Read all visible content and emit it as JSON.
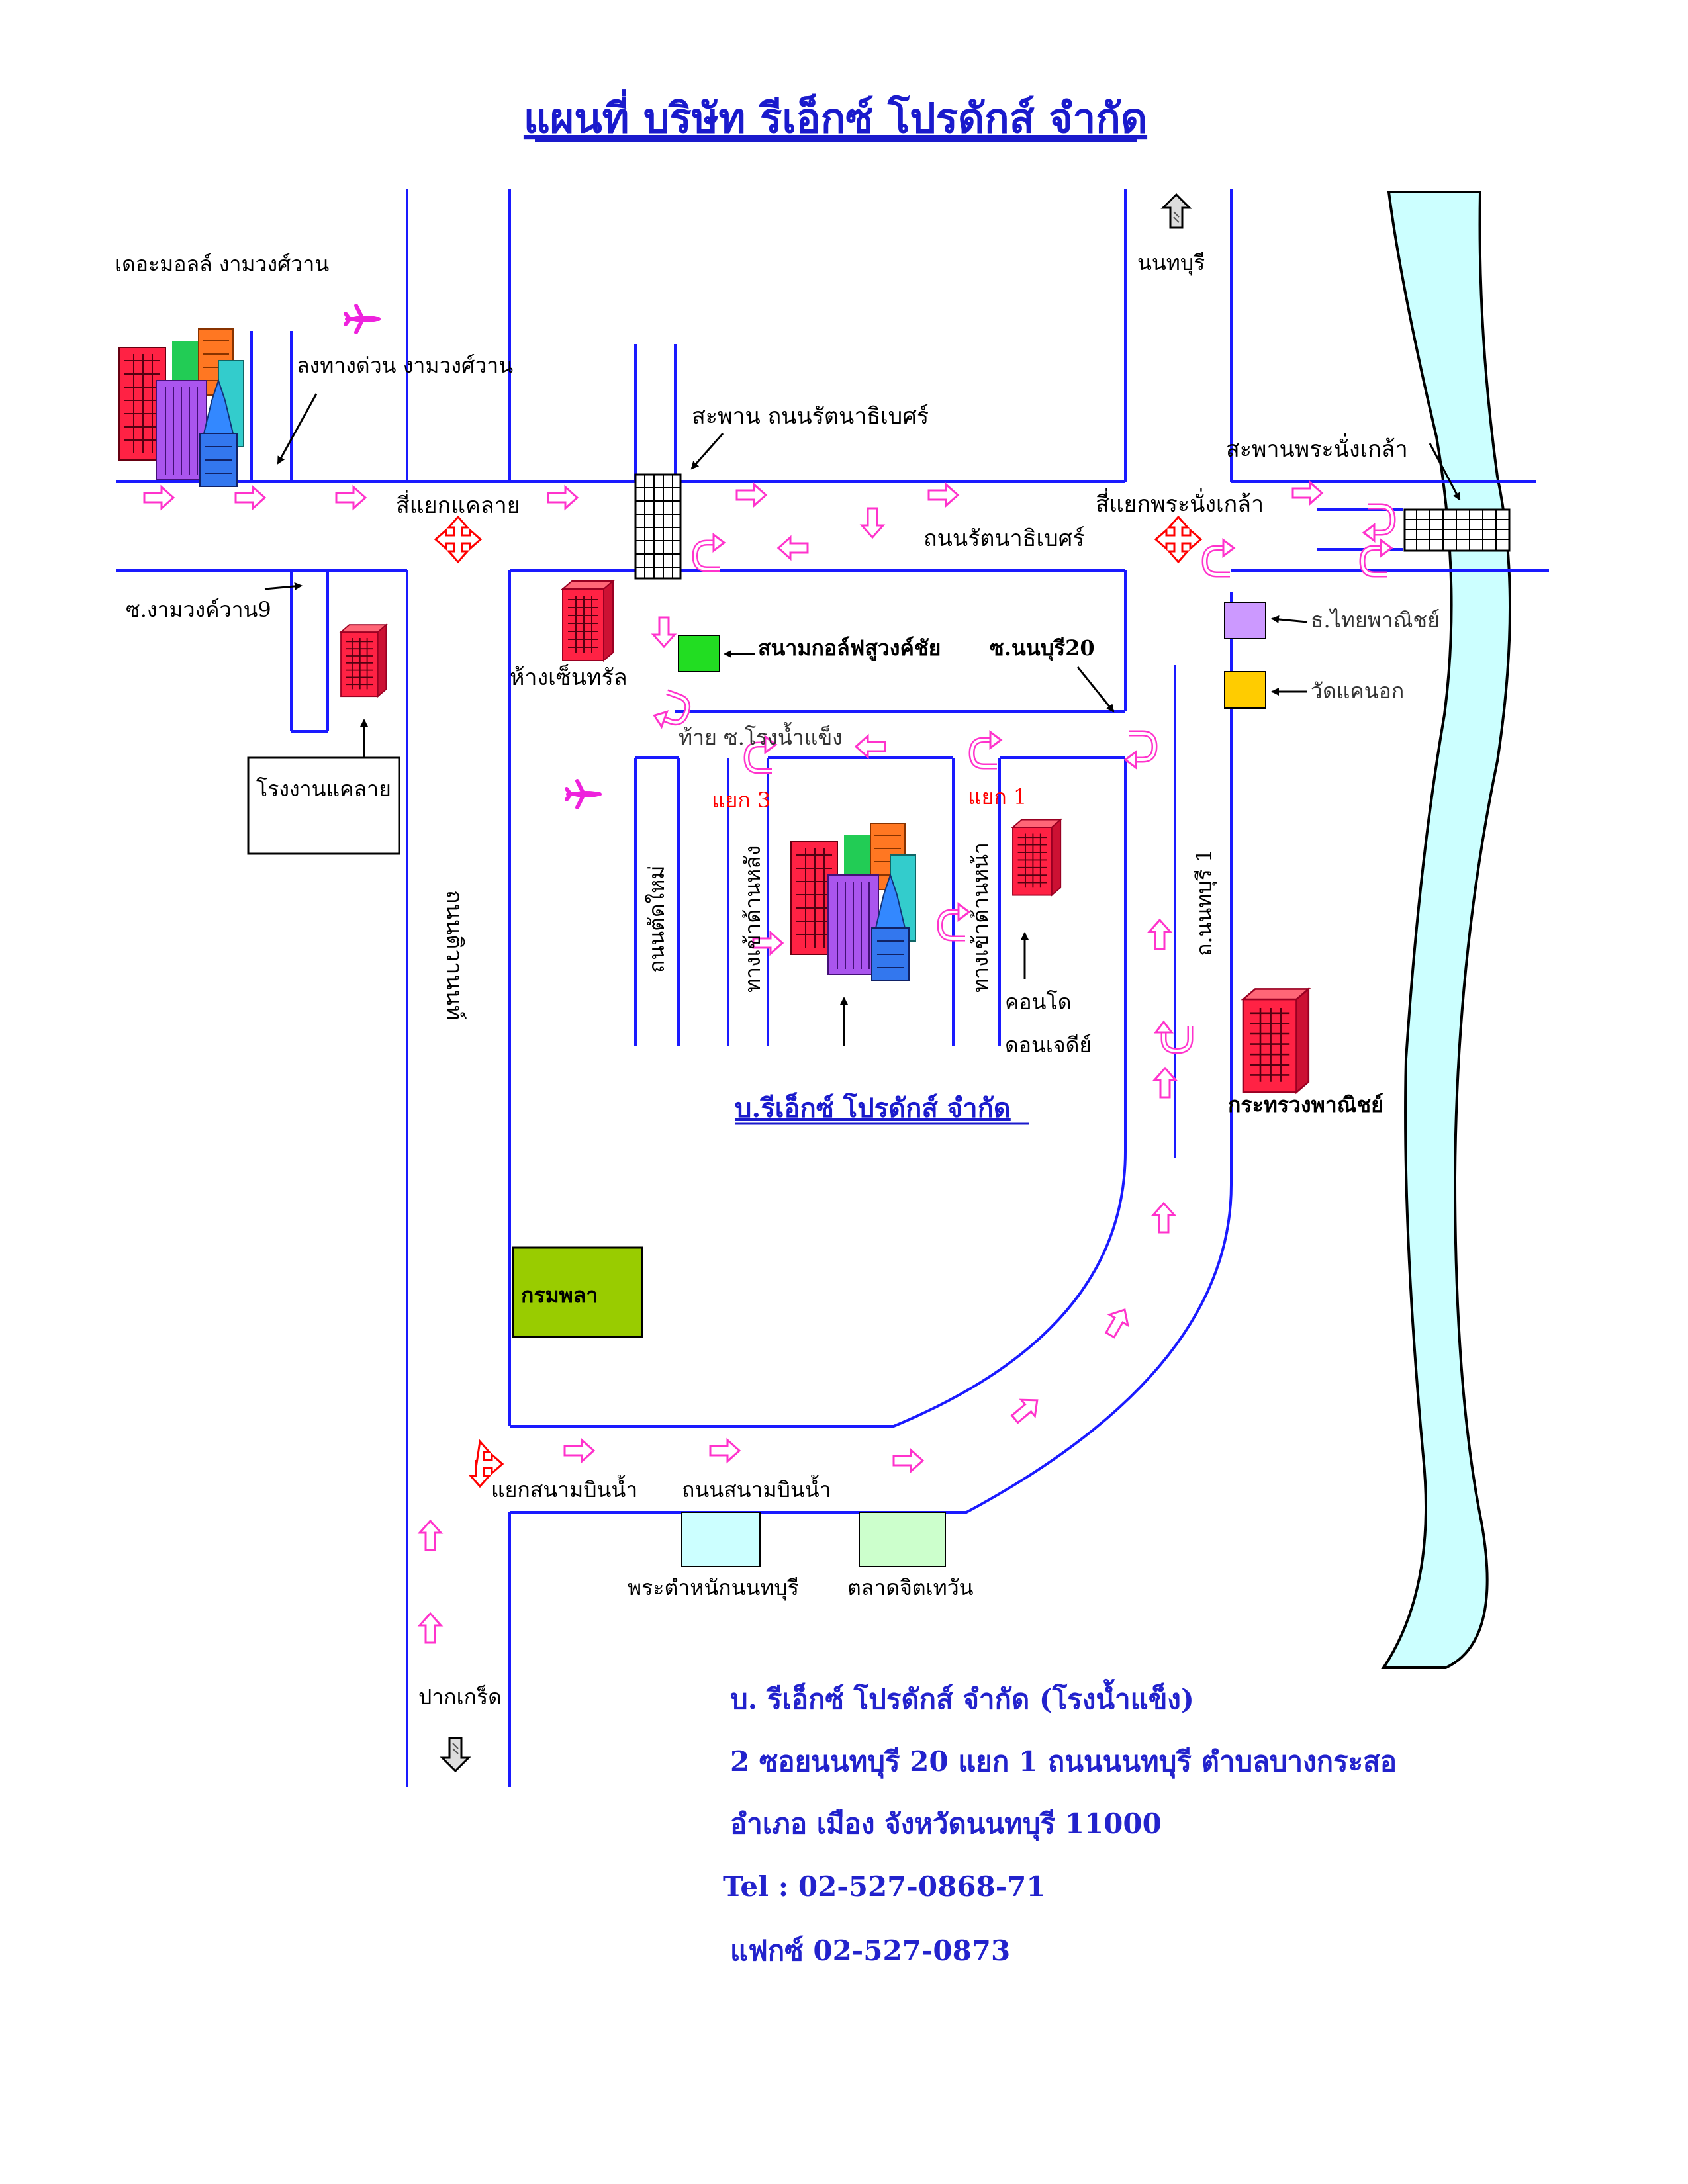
{
  "title": "แผนที่ บริษัท รีเอ็กซ์ โปรดักส์ จำกัด",
  "places": {
    "the_mall": "เดอะมอลล์ งามวงศ์วาน",
    "expressway_exit": "ลงทางด่วน  งามวงศ์วาน",
    "bridge_rattana": "สะพาน ถนนรัตนาธิเบศร์",
    "nonthaburi_north": "นนทบุรี",
    "bridge_phra_nang_klao": "สะพานพระนั่งเกล้า",
    "khae_lai_junction": "สี่แยกแคลาย",
    "rattana_road": "ถนนรัตนาธิเบศร์",
    "phra_nang_klao_junction": "สี่แยกพระนั่งเกล้า",
    "soi_ngamwongwan9": "ซ.งามวงค์วาน9",
    "central": "ห้างเซ็นทรัล",
    "golf_course": "สนามกอล์ฟสูวงค์ชัย",
    "soi_nonburi20": "ซ.นนบุรี20",
    "thai_commercial_bank": "ธ.ไทยพาณิชย์",
    "wat_khae_nok": "วัดแคนอก",
    "khae_lai_factory": "โรงงานแคลาย",
    "end_of_soi": "ท้าย ซ.โรงน้ำแข็ง",
    "branch3": "แยก 3",
    "branch1": "แยก 1",
    "new_cut_road": "ถนนตัดใหม่",
    "rear_entrance": "ทางเข้าด้านหลัง",
    "front_entrance": "ทางเข้าด้านหน้า",
    "nonthaburi1_road": "ถ.นนทบุรี 1",
    "tiwanon_road": "ถนนติวานนท์",
    "condo": "คอนโด",
    "don_jedi": "ดอนเจดีย์",
    "ministry_commerce": "กระทรวงพาณิชย์",
    "company_map_label": "บ.รีเอ็กซ์ โปรดักส์ จำกัด",
    "dept_land": "กรมพลา",
    "sanam_bin_nam_junction": "แยกสนามบินน้ำ",
    "sanam_bin_nam_road": "ถนนสนามบินน้ำ",
    "royal_residence": "พระตำหนักนนทบุรี",
    "chit_taewan_market": "ตลาดจิตเทวัน",
    "pak_kret": "ปากเกร็ด"
  },
  "address": {
    "line1": "บ. รีเอ็กซ์ โปรดักส์ จำกัด (โรงน้ำแข็ง)",
    "line2": "2 ซอยนนทบุรี 20  แยก 1  ถนนนนทบุรี ตำบลบางกระสอ",
    "line3": "อำเภอ เมือง  จังหวัดนนทบุรี  11000",
    "tel": "Tel : 02-527-0868-71",
    "fax": "แฟกซ์ 02-527-0873"
  },
  "colors": {
    "road": "#1a1aff",
    "arrow": "#ff33cc",
    "river": "#ccffff",
    "junction": "#ff0000",
    "golf": "#22dd22",
    "dept_land": "#99cc00",
    "bank": "#cc99ff",
    "temple": "#ffcc00",
    "palace": "#ccffff",
    "market": "#ccffcc",
    "address_text": "#2222cc",
    "branch_text": "#ff0000"
  }
}
